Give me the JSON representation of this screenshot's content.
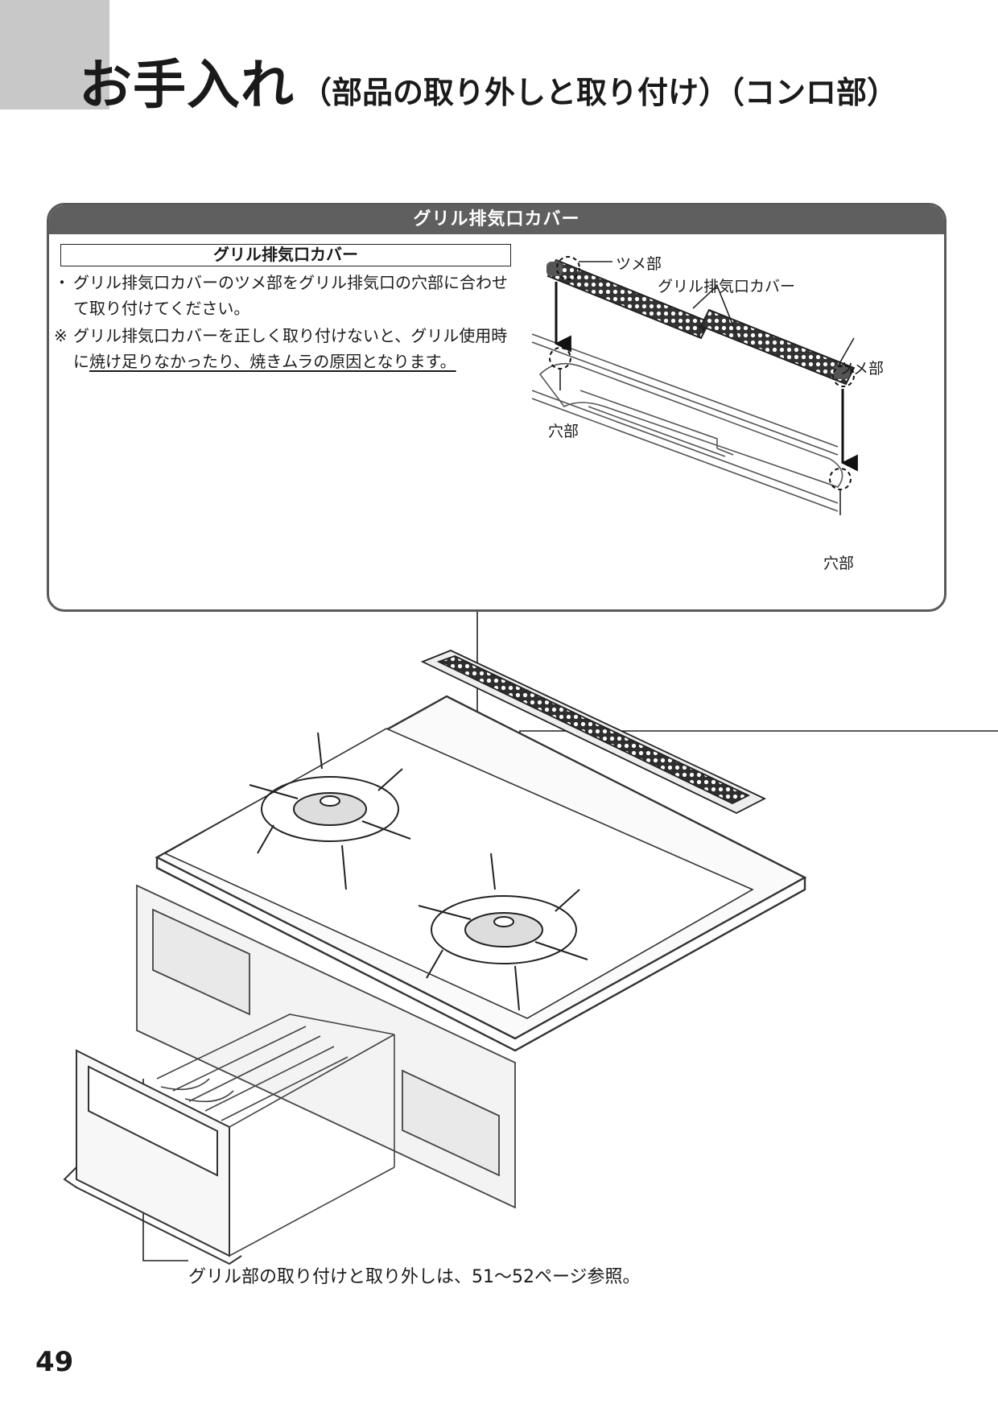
{
  "header": {
    "title_main": "お手入れ",
    "title_sub": "（部品の取り外しと取り付け）（コンロ部）"
  },
  "panel": {
    "header": "グリル排気口カバー",
    "box_title": "グリル排気口カバー",
    "note1": {
      "mark": "・",
      "text": "グリル排気口カバーのツメ部をグリル排気口の穴部に合わせて取り付けてください。"
    },
    "note2": {
      "mark": "※",
      "text_plain": "グリル排気口カバーを正しく取り付けないと、グリル使用時に",
      "text_underline": "焼け足りなかったり、焼きムラの原因となります。"
    },
    "labels": {
      "claw_top": "ツメ部",
      "cover": "グリル排気口カバー",
      "claw_right": "ツメ部",
      "hole_left": "穴部",
      "hole_right": "穴部"
    }
  },
  "main": {
    "grill_reference": "グリル部の取り付けと取り外しは、51〜52ページ参照。"
  },
  "footer": {
    "page_number": "49"
  }
}
